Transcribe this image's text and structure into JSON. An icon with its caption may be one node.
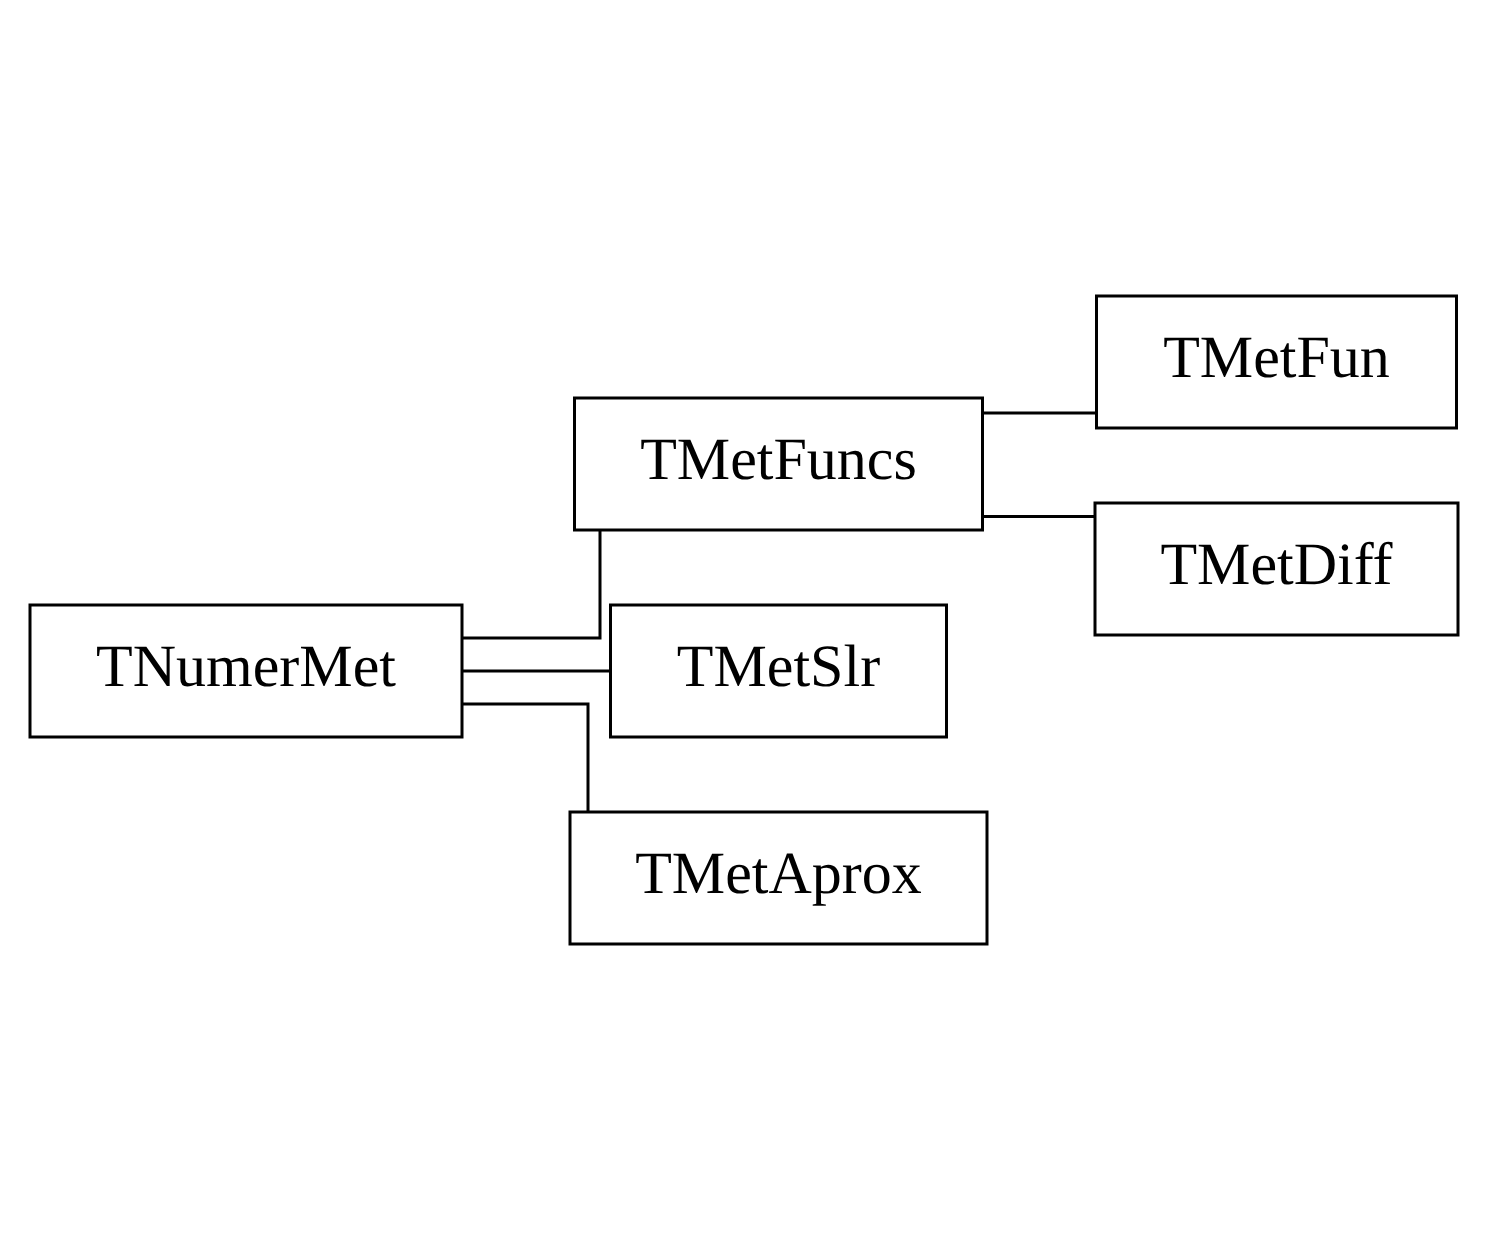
{
  "diagram": {
    "nodes": [
      {
        "text": [
          "TNumerMet"
        ]
      },
      {
        "text": [
          "TMetFuncs"
        ]
      },
      {
        "text": [
          "TMetFun"
        ]
      },
      {
        "text": [
          "TMetDiff"
        ]
      },
      {
        "text": [
          "TMetSlr"
        ]
      },
      {
        "text": [
          "TMetAprox"
        ]
      }
    ],
    "edges": [
      {
        "from": 0,
        "to": 1,
        "arrow": "none"
      },
      {
        "from": 1,
        "to": 2,
        "arrow": "none"
      },
      {
        "from": 1,
        "to": 3,
        "arrow": "none"
      },
      {
        "from": 0,
        "to": 4,
        "arrow": "none"
      },
      {
        "from": 0,
        "to": 5,
        "arrow": "none"
      }
    ]
  }
}
